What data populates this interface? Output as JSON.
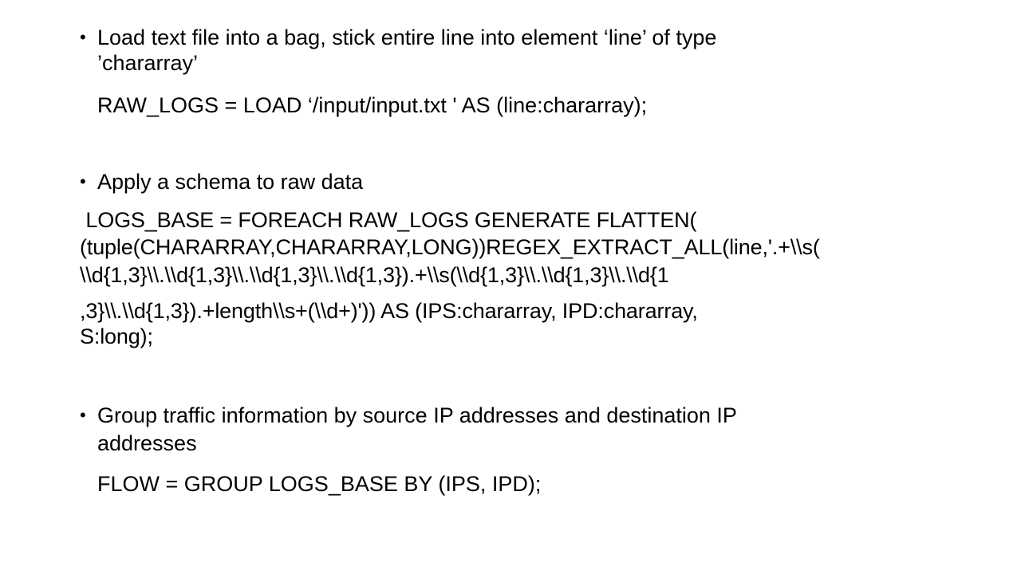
{
  "slide": {
    "bullets": [
      {
        "symbol": "•",
        "text_lines": [
          "Load text file into a bag, stick entire line into element ‘line’ of type",
          "’chararray’"
        ],
        "code_lines": [
          "RAW_LOGS = LOAD ‘/input/input.txt ' AS (line:chararray);"
        ]
      },
      {
        "symbol": "•",
        "text_lines": [
          "Apply a schema to raw data"
        ],
        "code_lines": [
          " LOGS_BASE = FOREACH RAW_LOGS GENERATE FLATTEN(",
          "(tuple(CHARARRAY,CHARARRAY,LONG))REGEX_EXTRACT_ALL(line,'.+\\\\s(",
          "\\\\d{1,3}\\\\.\\\\d{1,3}\\\\.\\\\d{1,3}\\\\.\\\\d{1,3}).+\\\\s(\\\\d{1,3}\\\\.\\\\d{1,3}\\\\.\\\\d{1",
          ",3}\\\\.\\\\d{1,3}).+length\\\\s+(\\\\d+)')) AS (IPS:chararray, IPD:chararray,",
          "S:long);"
        ]
      },
      {
        "symbol": "•",
        "text_lines": [
          "Group traffic information by source IP addresses and destination IP",
          "addresses"
        ],
        "code_lines": [
          "FLOW = GROUP LOGS_BASE BY (IPS, IPD);"
        ]
      }
    ]
  }
}
